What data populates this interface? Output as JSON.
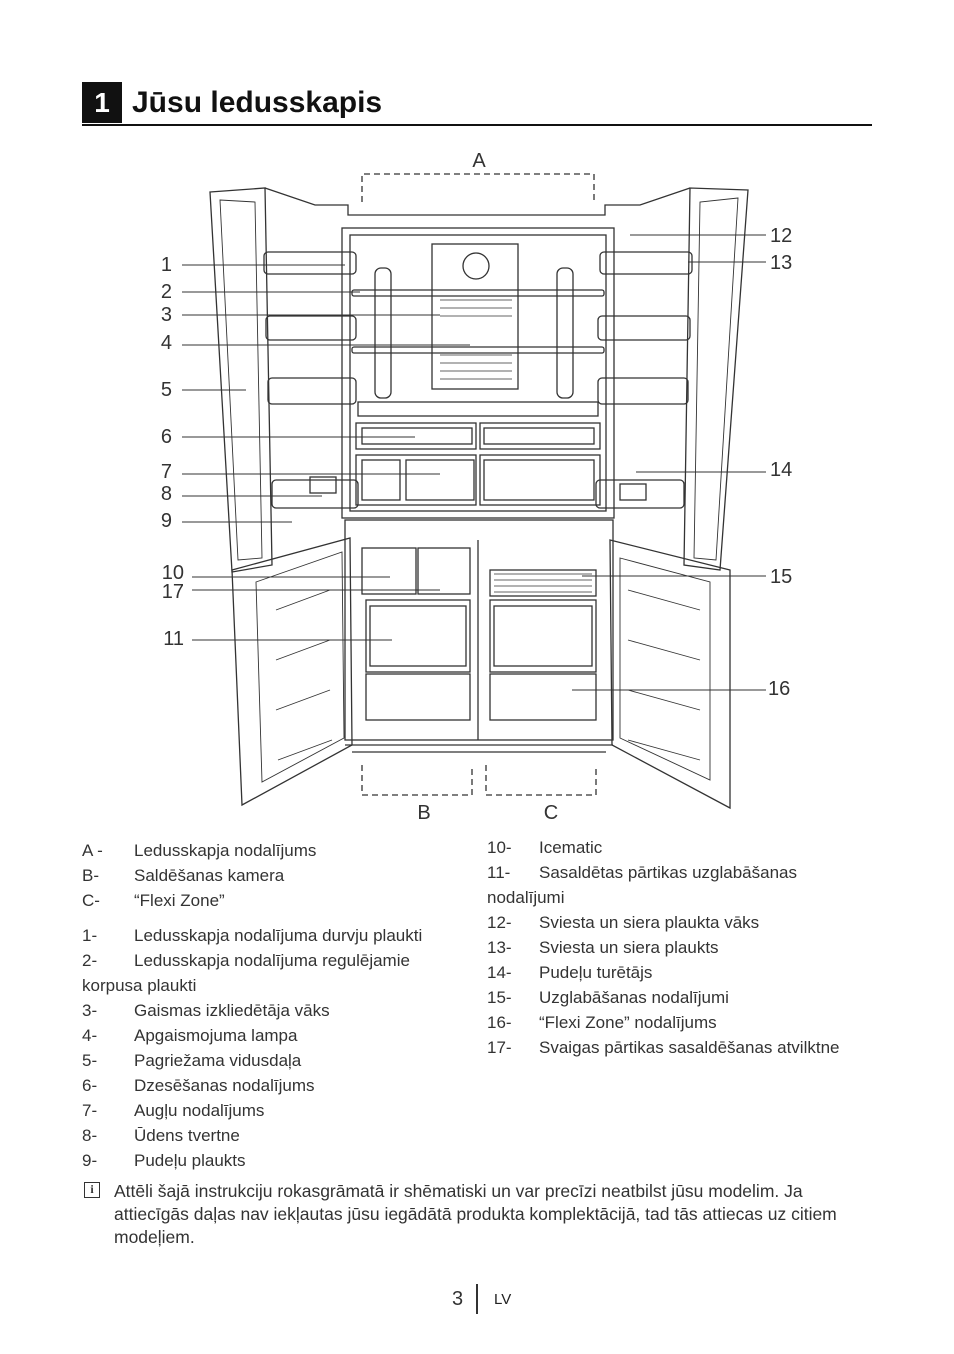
{
  "header": {
    "section_number": "1",
    "title": "Jūsu ledusskapis"
  },
  "diagram": {
    "zone_labels": {
      "a": "A",
      "b": "B",
      "c": "C"
    },
    "callouts_left": [
      "1",
      "2",
      "3",
      "4",
      "5",
      "6",
      "7",
      "8",
      "9",
      "10",
      "17",
      "11"
    ],
    "callouts_right": [
      "12",
      "13",
      "14",
      "15",
      "16"
    ]
  },
  "legend_left": {
    "zones": [
      {
        "code": "A -",
        "text": "Ledusskapja nodalījums"
      },
      {
        "code": "B-",
        "text": "Saldēšanas kamera"
      },
      {
        "code": "C-",
        "text": "“Flexi Zone”"
      }
    ],
    "items": [
      {
        "code": "1-",
        "text": "Ledusskapja nodalījuma durvju plaukti"
      },
      {
        "code": "2-",
        "text": "Ledusskapja nodalījuma regulējamie",
        "cont": "korpusa plaukti"
      },
      {
        "code": "3-",
        "text": "Gaismas izkliedētāja vāks"
      },
      {
        "code": "4-",
        "text": "Apgaismojuma lampa"
      },
      {
        "code": "5-",
        "text": "Pagriežama vidusdaļa"
      },
      {
        "code": "6-",
        "text": "Dzesēšanas nodalījums"
      },
      {
        "code": "7-",
        "text": "Augļu nodalījums"
      },
      {
        "code": "8-",
        "text": "Ūdens tvertne"
      },
      {
        "code": "9-",
        "text": "Pudeļu plaukts"
      }
    ]
  },
  "legend_right": {
    "items": [
      {
        "code": "10-",
        "text": "Icematic"
      },
      {
        "code": "11-",
        "text": "Sasaldētas pārtikas uzglabāšanas",
        "cont": "nodalījumi"
      },
      {
        "code": "12-",
        "text": "Sviesta un siera plaukta vāks"
      },
      {
        "code": "13-",
        "text": "Sviesta un siera plaukts"
      },
      {
        "code": "14-",
        "text": "Pudeļu turētājs"
      },
      {
        "code": "15-",
        "text": "Uzglabāšanas nodalījumi"
      },
      {
        "code": "16-",
        "text": "“Flexi Zone” nodalījums"
      },
      {
        "code": "17-",
        "text": "Svaigas pārtikas sasaldēšanas atvilktne"
      }
    ]
  },
  "note": {
    "icon": "info-icon",
    "text": "Attēli šajā instrukciju rokasgrāmatā ir shēmatiski un var precīzi neatbilst jūsu modelim. Ja attiecīgās daļas nav iekļautas jūsu iegādātā produkta komplektācijā, tad tās attiecas uz citiem modeļiem."
  },
  "footer": {
    "page_number": "3",
    "language": "LV"
  }
}
